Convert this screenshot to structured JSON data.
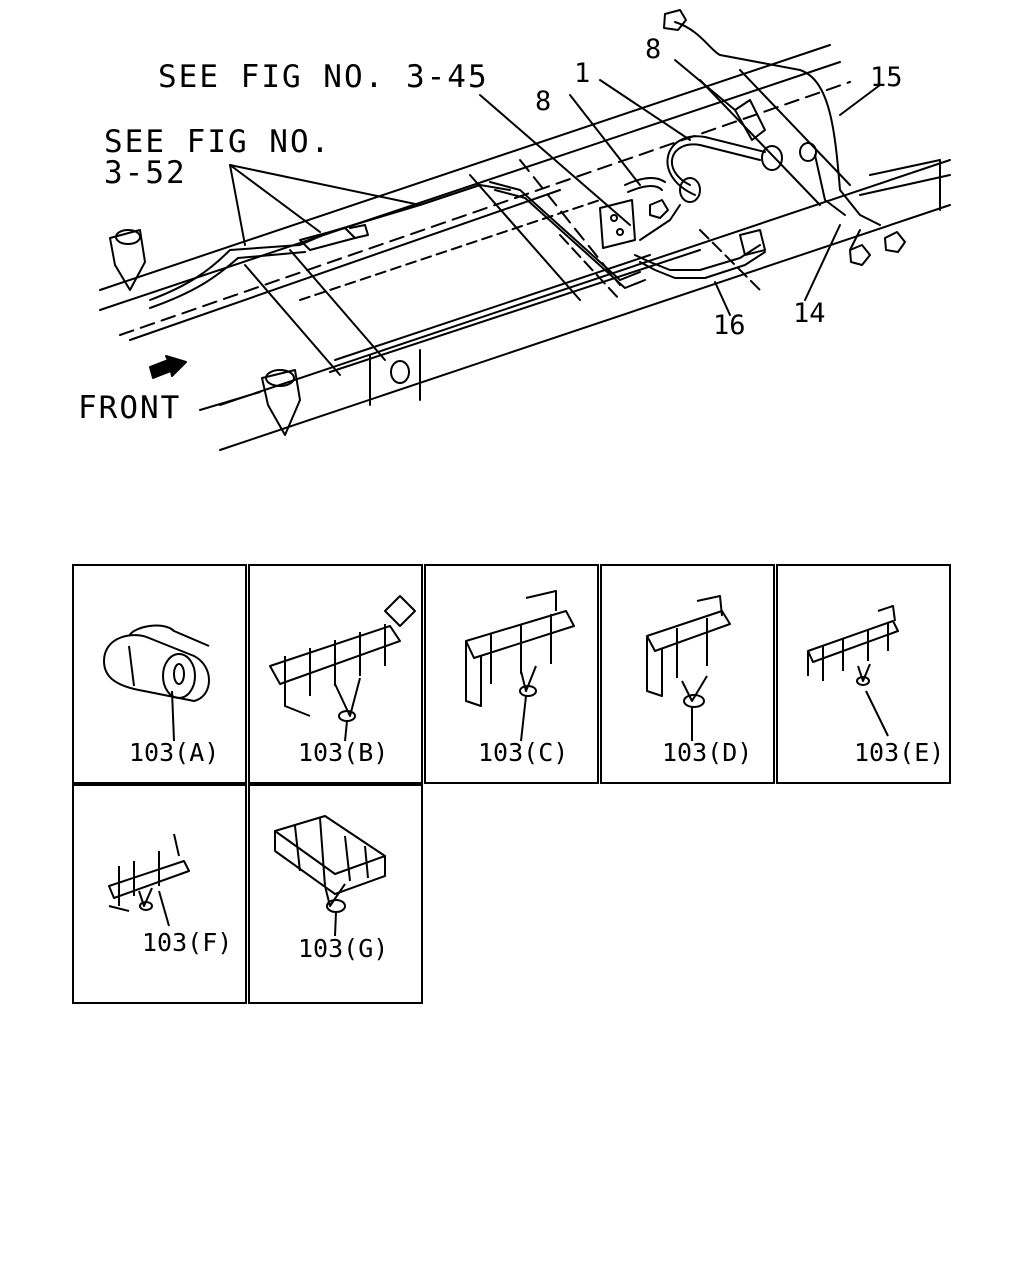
{
  "diagram": {
    "ref_fig_345": "SEE FIG NO. 3-45",
    "ref_fig_352_line1": "SEE FIG NO.",
    "ref_fig_352_line2": "3-52",
    "front_label": "FRONT",
    "callouts": {
      "c1": "1",
      "c8_top": "8",
      "c8_mid": "8",
      "c15": "15",
      "c14": "14",
      "c16": "16"
    }
  },
  "clips": [
    {
      "label": "103(A)",
      "icon": "clip-a-icon"
    },
    {
      "label": "103(B)",
      "icon": "clip-b-icon"
    },
    {
      "label": "103(C)",
      "icon": "clip-c-icon"
    },
    {
      "label": "103(D)",
      "icon": "clip-d-icon"
    },
    {
      "label": "103(E)",
      "icon": "clip-e-icon"
    },
    {
      "label": "103(F)",
      "icon": "clip-f-icon"
    },
    {
      "label": "103(G)",
      "icon": "clip-g-icon"
    }
  ],
  "colors": {
    "line": "#000000",
    "background": "#ffffff"
  }
}
